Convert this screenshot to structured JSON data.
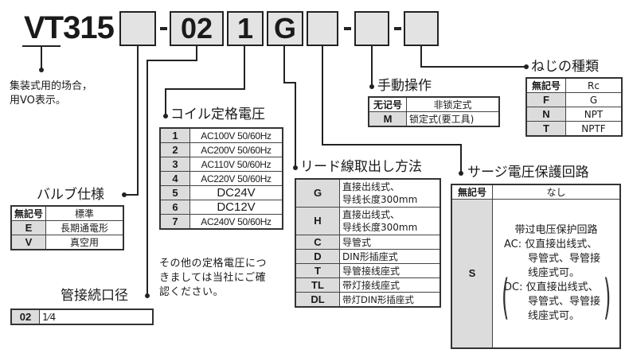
{
  "model": "VT315",
  "part_boxes": [
    "",
    "02",
    "1",
    "G",
    "",
    "",
    ""
  ],
  "manifold_note": [
    "集装式用的场合，",
    "用VO表示。"
  ],
  "valve_spec": {
    "title": "バルブ仕様",
    "rows": [
      {
        "code": "無記号",
        "desc": "標準"
      },
      {
        "code": "E",
        "desc": "長期通電形"
      },
      {
        "code": "V",
        "desc": "真空用"
      }
    ]
  },
  "port_size": {
    "title": "管接続口径",
    "rows": [
      {
        "code": "02",
        "desc": "1⁄4"
      }
    ]
  },
  "coil_voltage": {
    "title": "コイル定格電圧",
    "rows": [
      {
        "code": "1",
        "desc": "AC100V 50/60Hz"
      },
      {
        "code": "2",
        "desc": "AC200V 50/60Hz"
      },
      {
        "code": "3",
        "desc": "AC110V 50/60Hz"
      },
      {
        "code": "4",
        "desc": "AC220V 50/60Hz"
      },
      {
        "code": "5",
        "desc": "DC24V"
      },
      {
        "code": "6",
        "desc": "DC12V"
      },
      {
        "code": "7",
        "desc": "AC240V 50/60Hz"
      }
    ],
    "note": [
      "その他の定格電圧につ",
      "きましては当社にご確",
      "認ください。"
    ]
  },
  "lead_wire": {
    "title": "リード線取出し方法",
    "rows": [
      {
        "code": "G",
        "desc": [
          "直接出线式、",
          "导线长度300mm"
        ]
      },
      {
        "code": "H",
        "desc": [
          "直接出线式、",
          "导线长度300mm"
        ]
      },
      {
        "code": "C",
        "desc": [
          "导管式"
        ]
      },
      {
        "code": "D",
        "desc": [
          "DIN形插座式"
        ]
      },
      {
        "code": "T",
        "desc": [
          "导管接线座式"
        ]
      },
      {
        "code": "TL",
        "desc": [
          "带灯接线座式"
        ]
      },
      {
        "code": "DL",
        "desc": [
          "带灯DIN形插座式"
        ]
      }
    ]
  },
  "manual_override": {
    "title": "手動操作",
    "rows": [
      {
        "code": "无记号",
        "desc": "非锁定式"
      },
      {
        "code": "M",
        "desc": "锁定式(要工具)"
      }
    ]
  },
  "thread_type": {
    "title": "ねじの種類",
    "rows": [
      {
        "code": "無記号",
        "desc": "Rc"
      },
      {
        "code": "F",
        "desc": "G"
      },
      {
        "code": "N",
        "desc": "NPT"
      },
      {
        "code": "T",
        "desc": "NPTF"
      }
    ]
  },
  "surge_suppressor": {
    "title": "サージ電圧保護回路",
    "rows": [
      {
        "code": "無記号",
        "desc": "なし"
      },
      {
        "code": "S",
        "desc": {
          "head": "带过电压保护回路",
          "ac_label": "AC:",
          "ac_lines": [
            "仅直接出线式、",
            "导管式、导管接",
            "线座式可。"
          ],
          "dc_label": "DC:",
          "dc_lines": [
            "仅直接出线式、",
            "导管式、导管接",
            "线座式可。"
          ]
        }
      }
    ]
  }
}
